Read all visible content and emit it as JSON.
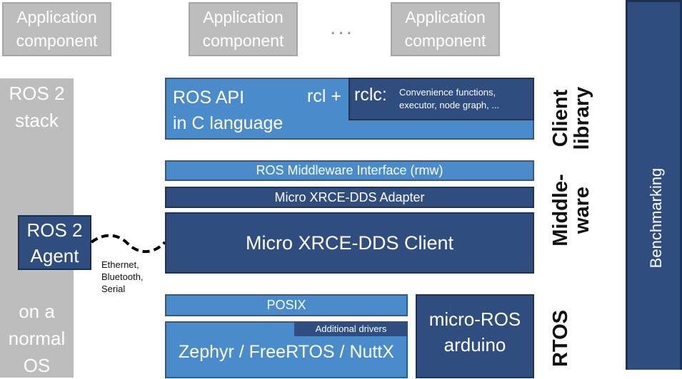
{
  "application_components": [
    {
      "line1": "Application",
      "line2": "component"
    },
    {
      "line1": "Application",
      "line2": "component"
    },
    {
      "line1": "Application",
      "line2": "component"
    }
  ],
  "ellipsis": "...",
  "ros2_stack": {
    "top_line1": "ROS 2",
    "top_line2": "stack",
    "bottom_line1": "on a",
    "bottom_line2": "normal",
    "bottom_line3": "OS"
  },
  "ros2_agent": {
    "line1": "ROS 2",
    "line2": "Agent"
  },
  "transport": {
    "line1": "Ethernet,",
    "line2": "Bluetooth,",
    "line3": "Serial"
  },
  "client_library": {
    "ros_api_line1": "ROS API",
    "ros_api_line2": "in C language",
    "rcl": "rcl +",
    "rclc": "rclc:",
    "rclc_desc_line1": "Convenience functions,",
    "rclc_desc_line2": "executor, node graph, ..."
  },
  "middleware": {
    "rmw": "ROS Middleware Interface (rmw)",
    "adapter": "Micro XRCE-DDS Adapter",
    "client": "Micro XRCE-DDS Client"
  },
  "rtos": {
    "posix": "POSIX",
    "additional_drivers": "Additional drivers",
    "kernels": "Zephyr / FreeRTOS / NuttX",
    "arduino_line1": "micro-ROS",
    "arduino_line2": "arduino"
  },
  "layer_labels": {
    "client_library_line1": "Client",
    "client_library_line2": "library",
    "middleware_line1": "Middle-",
    "middleware_line2": "ware",
    "rtos": "RTOS"
  },
  "benchmarking": "Benchmarking",
  "colors": {
    "light_blue": "#4a8ccb",
    "dark_blue": "#2f4e7f",
    "gray": "#bdbdbd"
  }
}
